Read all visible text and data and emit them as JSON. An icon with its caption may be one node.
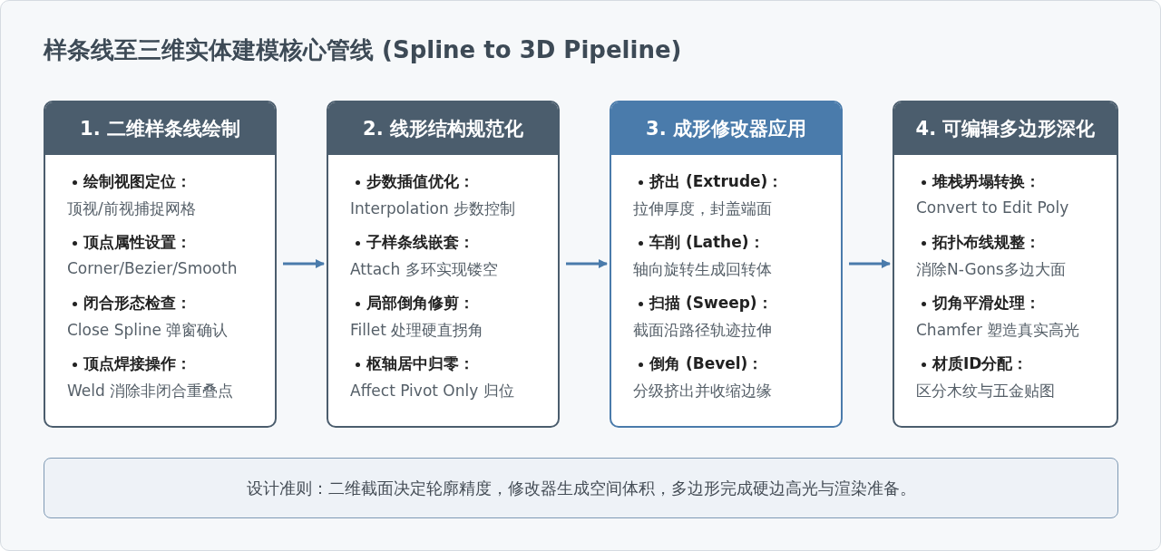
{
  "diagram": {
    "title": "样条线至三维实体建模核心管线 (Spline to 3D Pipeline)",
    "nodes": [
      {
        "text": [
          "1. 二维样条线绘制",
          "绘制视图定位：",
          "顶视/前视捕捉网格",
          "顶点属性设置：",
          "Corner/Bezier/Smooth",
          "闭合形态检查：",
          "Close Spline 弹窗确认",
          "顶点焊接操作：",
          "Weld 消除非闭合重叠点"
        ]
      },
      {
        "text": [
          "2. 线形结构规范化",
          "步数插值优化：",
          "Interpolation 步数控制",
          "子样条线嵌套：",
          "Attach 多环实现镂空",
          "局部倒角修剪：",
          "Fillet 处理硬直拐角",
          "枢轴居中归零：",
          "Affect Pivot Only 归位"
        ]
      },
      {
        "text": [
          "3. 成形修改器应用",
          "挤出 (Extrude)：",
          "拉伸厚度，封盖端面",
          "车削 (Lathe)：",
          "轴向旋转生成回转体",
          "扫描 (Sweep)：",
          "截面沿路径轨迹拉伸",
          "倒角 (Bevel)：",
          "分级挤出并收缩边缘"
        ]
      },
      {
        "text": [
          "4. 可编辑多边形深化",
          "堆栈坍塌转换：",
          "Convert to Edit Poly",
          "拓扑布线规整：",
          "消除N-Gons多边大面",
          "切角平滑处理：",
          "Chamfer 塑造真实高光",
          "材质ID分配：",
          "区分木纹与五金贴图"
        ]
      },
      {
        "text": [
          "设计准则：二维截面决定轮廓精度，修改器生成空间体积，多边形完成硬边高光与渲染准备。"
        ]
      }
    ],
    "edges": [
      {
        "from": 0,
        "to": 1,
        "arrow": "to"
      },
      {
        "from": 1,
        "to": 2,
        "arrow": "to"
      },
      {
        "from": 2,
        "to": 3,
        "arrow": "to"
      }
    ]
  }
}
